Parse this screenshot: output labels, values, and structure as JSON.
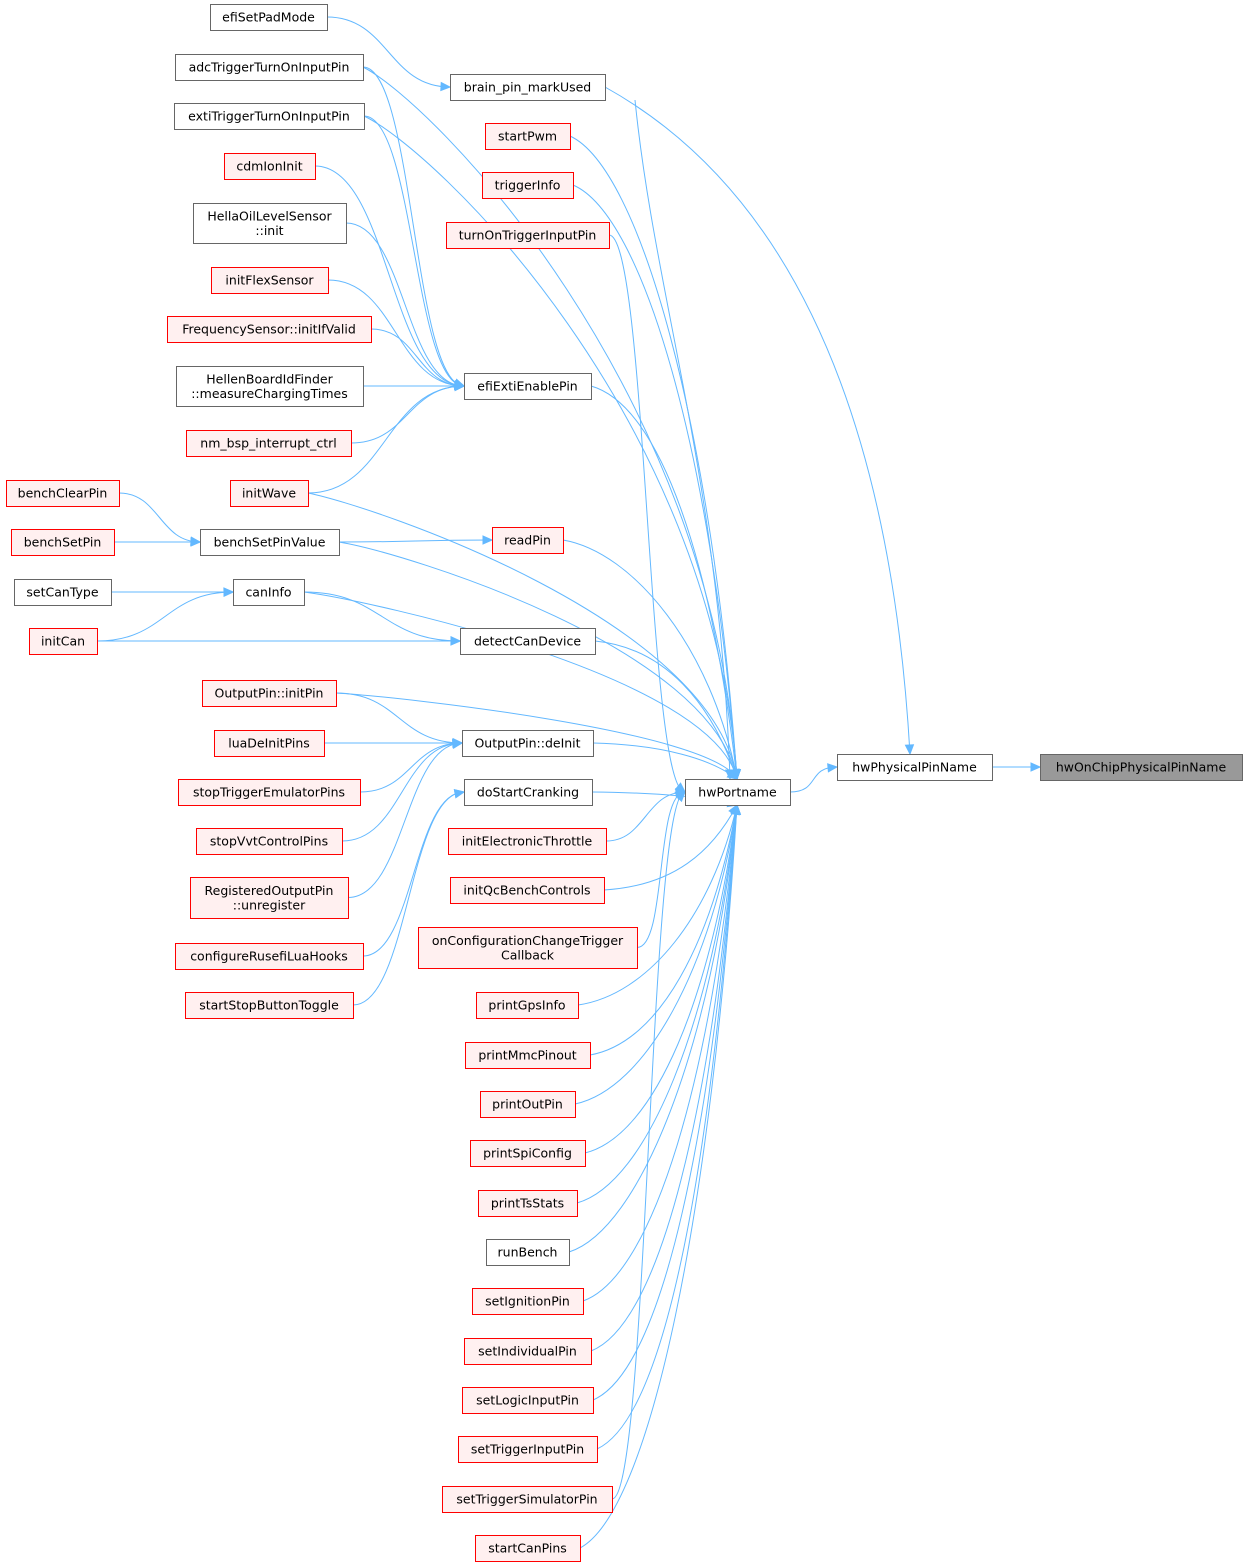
{
  "graph": {
    "edge_color": "#63b8ff",
    "node_style_colors": {
      "normal_border": "#666666",
      "truncated_border": "#ff0000",
      "truncated_fill": "#fff0f0",
      "root_fill": "#999999"
    },
    "nodes": [
      {
        "id": "root",
        "label": [
          "hwOnChipPhysicalPinName"
        ],
        "style": "root"
      },
      {
        "id": "hwPhysicalPinName",
        "label": [
          "hwPhysicalPinName"
        ],
        "style": "normal"
      },
      {
        "id": "hwPortname",
        "label": [
          "hwPortname"
        ],
        "style": "normal"
      },
      {
        "id": "brain_pin_markUsed",
        "label": [
          "brain_pin_markUsed"
        ],
        "style": "normal"
      },
      {
        "id": "efiSetPadMode",
        "label": [
          "efiSetPadMode"
        ],
        "style": "normal"
      },
      {
        "id": "adcTriggerTurnOnInputPin",
        "label": [
          "adcTriggerTurnOnInputPin"
        ],
        "style": "normal"
      },
      {
        "id": "exti",
        "label": [
          "extiTriggerTurnOnInputPin"
        ],
        "style": "normal"
      },
      {
        "id": "cdmIonInit",
        "label": [
          "cdmIonInit"
        ],
        "style": "truncated"
      },
      {
        "id": "hella",
        "label": [
          "HellaOilLevelSensor",
          "::init"
        ],
        "style": "normal"
      },
      {
        "id": "initFlexSensor",
        "label": [
          "initFlexSensor"
        ],
        "style": "truncated"
      },
      {
        "id": "freq",
        "label": [
          "FrequencySensor::initIfValid"
        ],
        "style": "truncated"
      },
      {
        "id": "hellen",
        "label": [
          "HellenBoardIdFinder",
          "::measureChargingTimes"
        ],
        "style": "normal"
      },
      {
        "id": "nm",
        "label": [
          "nm_bsp_interrupt_ctrl"
        ],
        "style": "truncated"
      },
      {
        "id": "initWave",
        "label": [
          "initWave"
        ],
        "style": "truncated"
      },
      {
        "id": "benchClearPin",
        "label": [
          "benchClearPin"
        ],
        "style": "truncated"
      },
      {
        "id": "benchSetPin",
        "label": [
          "benchSetPin"
        ],
        "style": "truncated"
      },
      {
        "id": "setCanType",
        "label": [
          "setCanType"
        ],
        "style": "normal"
      },
      {
        "id": "initCan",
        "label": [
          "initCan"
        ],
        "style": "truncated"
      },
      {
        "id": "outputInitPin",
        "label": [
          "OutputPin::initPin"
        ],
        "style": "truncated"
      },
      {
        "id": "luaDeInitPins",
        "label": [
          "luaDeInitPins"
        ],
        "style": "truncated"
      },
      {
        "id": "stopTrig",
        "label": [
          "stopTriggerEmulatorPins"
        ],
        "style": "truncated"
      },
      {
        "id": "stopVvt",
        "label": [
          "stopVvtControlPins"
        ],
        "style": "truncated"
      },
      {
        "id": "regOut",
        "label": [
          "RegisteredOutputPin",
          "::unregister"
        ],
        "style": "truncated"
      },
      {
        "id": "confLua",
        "label": [
          "configureRusefiLuaHooks"
        ],
        "style": "truncated"
      },
      {
        "id": "startStop",
        "label": [
          "startStopButtonToggle"
        ],
        "style": "truncated"
      },
      {
        "id": "startPwm",
        "label": [
          "startPwm"
        ],
        "style": "truncated"
      },
      {
        "id": "triggerInfo",
        "label": [
          "triggerInfo"
        ],
        "style": "truncated"
      },
      {
        "id": "turnOnTrig",
        "label": [
          "turnOnTriggerInputPin"
        ],
        "style": "truncated"
      },
      {
        "id": "efiExti",
        "label": [
          "efiExtiEnablePin"
        ],
        "style": "normal"
      },
      {
        "id": "benchSetPinValue",
        "label": [
          "benchSetPinValue"
        ],
        "style": "normal"
      },
      {
        "id": "readPin",
        "label": [
          "readPin"
        ],
        "style": "truncated"
      },
      {
        "id": "canInfo",
        "label": [
          "canInfo"
        ],
        "style": "normal"
      },
      {
        "id": "detectCan",
        "label": [
          "detectCanDevice"
        ],
        "style": "normal"
      },
      {
        "id": "deInit",
        "label": [
          "OutputPin::deInit"
        ],
        "style": "normal"
      },
      {
        "id": "doStart",
        "label": [
          "doStartCranking"
        ],
        "style": "normal"
      },
      {
        "id": "initEtb",
        "label": [
          "initElectronicThrottle"
        ],
        "style": "truncated"
      },
      {
        "id": "initQc",
        "label": [
          "initQcBenchControls"
        ],
        "style": "truncated"
      },
      {
        "id": "onConf",
        "label": [
          "onConfigurationChangeTrigger",
          "Callback"
        ],
        "style": "truncated"
      },
      {
        "id": "printGps",
        "label": [
          "printGpsInfo"
        ],
        "style": "truncated"
      },
      {
        "id": "printMmc",
        "label": [
          "printMmcPinout"
        ],
        "style": "truncated"
      },
      {
        "id": "printOut",
        "label": [
          "printOutPin"
        ],
        "style": "truncated"
      },
      {
        "id": "printSpi",
        "label": [
          "printSpiConfig"
        ],
        "style": "truncated"
      },
      {
        "id": "printTs",
        "label": [
          "printTsStats"
        ],
        "style": "truncated"
      },
      {
        "id": "runBench",
        "label": [
          "runBench"
        ],
        "style": "normal"
      },
      {
        "id": "setIgn",
        "label": [
          "setIgnitionPin"
        ],
        "style": "truncated"
      },
      {
        "id": "setInd",
        "label": [
          "setIndividualPin"
        ],
        "style": "truncated"
      },
      {
        "id": "setLogic",
        "label": [
          "setLogicInputPin"
        ],
        "style": "truncated"
      },
      {
        "id": "setTrigIn",
        "label": [
          "setTriggerInputPin"
        ],
        "style": "truncated"
      },
      {
        "id": "setTrigSim",
        "label": [
          "setTriggerSimulatorPin"
        ],
        "style": "truncated"
      },
      {
        "id": "startCan",
        "label": [
          "startCanPins"
        ],
        "style": "truncated"
      }
    ],
    "edges": [
      [
        "hwPhysicalPinName",
        "root"
      ],
      [
        "hwPortname",
        "hwPhysicalPinName"
      ],
      [
        "brain_pin_markUsed",
        "hwPhysicalPinName"
      ],
      [
        "efiSetPadMode",
        "brain_pin_markUsed"
      ],
      [
        "brain_pin_markUsed",
        "hwPortname"
      ],
      [
        "adcTriggerTurnOnInputPin",
        "hwPortname"
      ],
      [
        "adcTriggerTurnOnInputPin",
        "efiExti"
      ],
      [
        "exti",
        "hwPortname"
      ],
      [
        "exti",
        "efiExti"
      ],
      [
        "cdmIonInit",
        "efiExti"
      ],
      [
        "hella",
        "efiExti"
      ],
      [
        "initFlexSensor",
        "efiExti"
      ],
      [
        "freq",
        "efiExti"
      ],
      [
        "hellen",
        "efiExti"
      ],
      [
        "nm",
        "efiExti"
      ],
      [
        "initWave",
        "efiExti"
      ],
      [
        "initWave",
        "hwPortname"
      ],
      [
        "startPwm",
        "hwPortname"
      ],
      [
        "triggerInfo",
        "hwPortname"
      ],
      [
        "turnOnTrig",
        "hwPortname"
      ],
      [
        "efiExti",
        "hwPortname"
      ],
      [
        "benchClearPin",
        "benchSetPinValue"
      ],
      [
        "benchSetPin",
        "benchSetPinValue"
      ],
      [
        "benchSetPinValue",
        "hwPortname"
      ],
      [
        "benchSetPinValue",
        "readPin"
      ],
      [
        "readPin",
        "hwPortname"
      ],
      [
        "setCanType",
        "canInfo"
      ],
      [
        "initCan",
        "canInfo"
      ],
      [
        "initCan",
        "detectCan"
      ],
      [
        "canInfo",
        "hwPortname"
      ],
      [
        "canInfo",
        "detectCan"
      ],
      [
        "detectCan",
        "hwPortname"
      ],
      [
        "outputInitPin",
        "hwPortname"
      ],
      [
        "outputInitPin",
        "deInit"
      ],
      [
        "luaDeInitPins",
        "deInit"
      ],
      [
        "stopTrig",
        "deInit"
      ],
      [
        "stopVvt",
        "deInit"
      ],
      [
        "regOut",
        "deInit"
      ],
      [
        "confLua",
        "doStart"
      ],
      [
        "startStop",
        "doStart"
      ],
      [
        "deInit",
        "hwPortname"
      ],
      [
        "doStart",
        "hwPortname"
      ],
      [
        "initEtb",
        "hwPortname"
      ],
      [
        "initQc",
        "hwPortname"
      ],
      [
        "onConf",
        "hwPortname"
      ],
      [
        "printGps",
        "hwPortname"
      ],
      [
        "printMmc",
        "hwPortname"
      ],
      [
        "printOut",
        "hwPortname"
      ],
      [
        "printSpi",
        "hwPortname"
      ],
      [
        "printTs",
        "hwPortname"
      ],
      [
        "runBench",
        "hwPortname"
      ],
      [
        "setIgn",
        "hwPortname"
      ],
      [
        "setInd",
        "hwPortname"
      ],
      [
        "setLogic",
        "hwPortname"
      ],
      [
        "setTrigIn",
        "hwPortname"
      ],
      [
        "setTrigSim",
        "hwPortname"
      ],
      [
        "startCan",
        "hwPortname"
      ]
    ]
  }
}
